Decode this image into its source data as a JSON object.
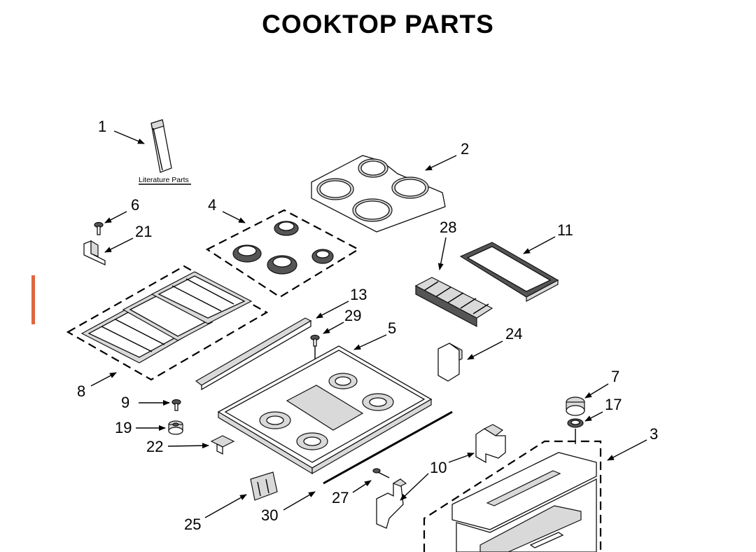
{
  "title": "COOKTOP PARTS",
  "literature_label": "Literature Parts",
  "accent_color": "#e0663f",
  "callouts": {
    "c1": "1",
    "c2": "2",
    "c3": "3",
    "c4": "4",
    "c5": "5",
    "c6": "6",
    "c7": "7",
    "c8": "8",
    "c9": "9",
    "c10": "10",
    "c11": "11",
    "c13": "13",
    "c17": "17",
    "c19": "19",
    "c21": "21",
    "c22": "22",
    "c24": "24",
    "c25": "25",
    "c27": "27",
    "c28": "28",
    "c29": "29",
    "c30": "30"
  }
}
